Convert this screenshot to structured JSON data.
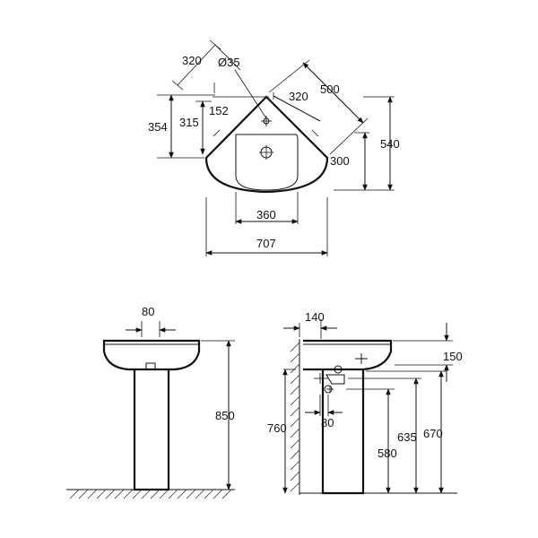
{
  "plan_view": {
    "dims": {
      "d320_diag": "320",
      "d35": "Ø35",
      "d500": "500",
      "d320_inner": "320",
      "d152": "152",
      "d354": "354",
      "d315": "315",
      "d540": "540",
      "d300": "300",
      "d360": "360",
      "d707": "707"
    }
  },
  "front_view": {
    "dims": {
      "d80": "80",
      "d850": "850"
    }
  },
  "side_view": {
    "dims": {
      "d140": "140",
      "d150": "150",
      "d760": "760",
      "d80": "80",
      "d635": "635",
      "d670": "670",
      "d580": "580"
    }
  }
}
